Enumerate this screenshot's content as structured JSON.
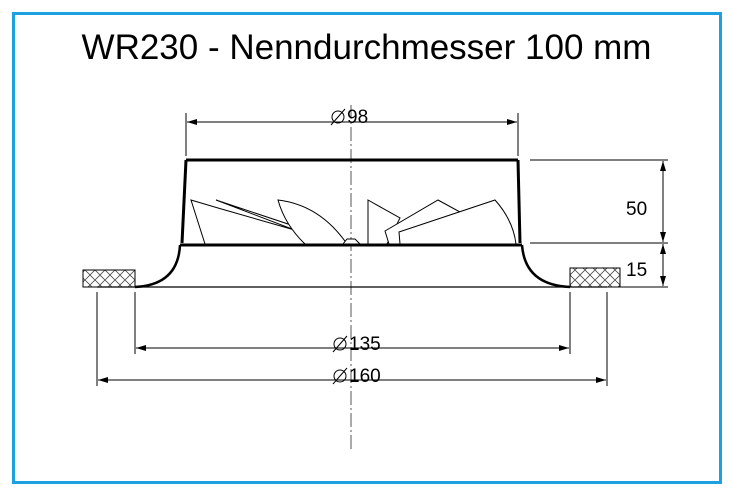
{
  "title": "WR230 - Nenndurchmesser 100 mm",
  "dimensions": {
    "d98": "98",
    "d135": "135",
    "d160": "160",
    "h50": "50",
    "h15": "15"
  },
  "colors": {
    "border": "#1ba1e2"
  }
}
